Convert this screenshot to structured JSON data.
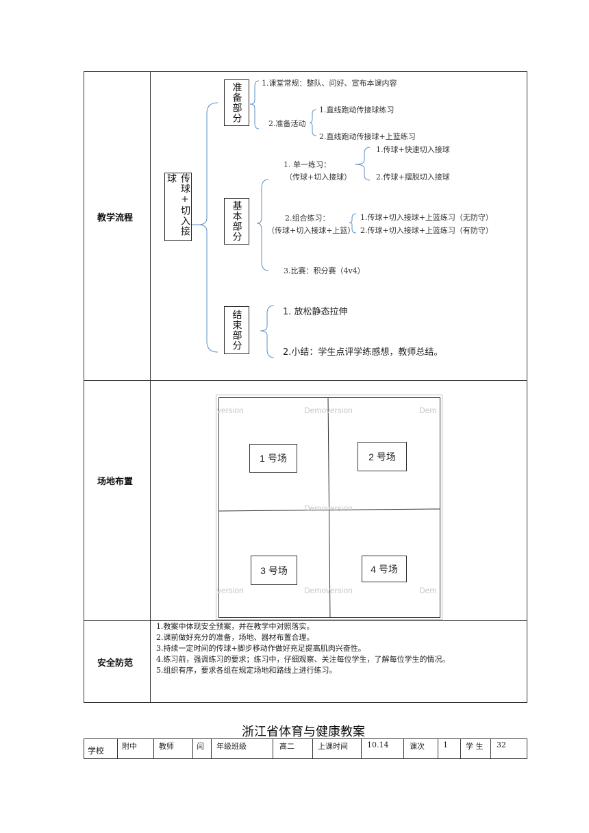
{
  "rows": {
    "flow_label": "教学流程",
    "field_label": "场地布置",
    "safety_label": "安全防范"
  },
  "flow": {
    "root": "传球+切入接球",
    "prep": {
      "title": "准备部分",
      "item1": "1.课堂常规：整队、问好、宣布本课内容",
      "item2": "2.准备活动",
      "sub1": "1.直线跑动传接球练习",
      "sub2": "2.直线跑动传接球+上篮练习"
    },
    "basic": {
      "title": "基本部分",
      "single_a": "1. 单一练习：",
      "single_b": "（传球+切入接球）",
      "single_sub1": "1.传球+快速切入接球",
      "single_sub2": "2.传球+摆脱切入接球",
      "combo_a": "2.组合练习：",
      "combo_b": "（传球+切入接球+上篮）",
      "combo_sub1": "1.传球+切入接球+上篮练习（无防守）",
      "combo_sub2": "2.传球+切入接球+上篮练习（有防守）",
      "match": "3.比赛：积分赛（4v4）"
    },
    "end": {
      "title": "结束部分",
      "item1": "1. 放松静态拉伸",
      "item2": "2.小结：学生点评学练感想，教师总结。"
    }
  },
  "field": {
    "court1": "1 号场",
    "court2": "2 号场",
    "court3": "3 号场",
    "court4": "4 号场",
    "watermark_a": "version",
    "watermark_b": "Demoversion",
    "watermark_c": "Dem"
  },
  "safety": [
    "1.教案中体现安全预案，并在教学中对照落实。",
    "2.课前做好充分的准备，场地、器材布置合理。",
    "3.持续一定时间的传球+脚步移动作做好充足提高肌肉兴奋性。",
    "4.练习前，强调练习的要求；练习中，仔细观察、关注每位学生，了解每位学生的情况。",
    "5.组织有序，要求各组在规定场地和路线上进行练习。"
  ],
  "plan_title": "浙江省体育与健康教案",
  "info_row": [
    "学校",
    "附中",
    "教师",
    "闫",
    "年级班级",
    "高二",
    "上课时间",
    "10.14",
    "课次",
    "1",
    "学 生",
    "32"
  ]
}
